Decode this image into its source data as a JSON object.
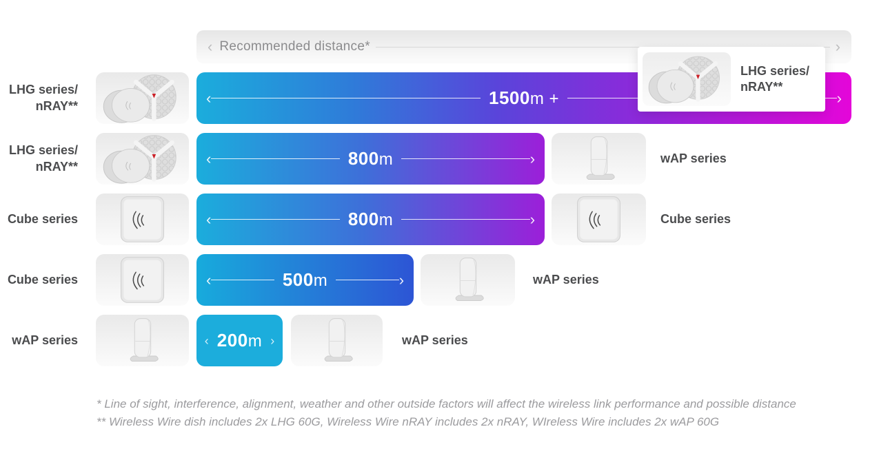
{
  "header": {
    "title": "Recommended distance*"
  },
  "icons": {
    "chevron_left": "‹",
    "chevron_right": "›"
  },
  "colors": {
    "cyan": "#1CADDC",
    "blue": "#2D55D5",
    "purple": "#9C1FD9",
    "magenta": "#E406D9",
    "label_gray": "#4B4C4E",
    "footnote_gray": "#9B9B9E"
  },
  "rows": [
    {
      "left_label": [
        "LHG series/",
        "nRAY**"
      ],
      "left_device": "lhg-dish",
      "bar": {
        "value": "1500",
        "unit": "m +"
      },
      "right_device": "lhg-dish",
      "right_label": null
    },
    {
      "left_label": [
        "LHG series/",
        "nRAY**"
      ],
      "left_device": "lhg-dish",
      "bar": {
        "value": "800",
        "unit": "m"
      },
      "right_device": "wap",
      "right_label": "wAP series"
    },
    {
      "left_label": [
        "Cube series"
      ],
      "left_device": "cube",
      "bar": {
        "value": "800",
        "unit": "m"
      },
      "right_device": "cube",
      "right_label": "Cube series"
    },
    {
      "left_label": [
        "Cube series"
      ],
      "left_device": "cube",
      "bar": {
        "value": "500",
        "unit": "m"
      },
      "right_device": "wap",
      "right_label": "wAP series"
    },
    {
      "left_label": [
        "wAP series"
      ],
      "left_device": "wap",
      "bar": {
        "value": "200",
        "unit": "m"
      },
      "right_device": "wap",
      "right_label": "wAP series"
    }
  ],
  "overlay_card": {
    "label": [
      "LHG series/",
      "nRAY**"
    ],
    "device": "lhg-dish"
  },
  "footnotes": [
    "* Line of sight, interference, alignment, weather and other outside factors will affect the wireless link performance and possible distance",
    "** Wireless Wire dish includes 2x LHG 60G, Wireless Wire nRAY includes 2x nRAY, WIreless Wire includes 2x wAP 60G"
  ]
}
